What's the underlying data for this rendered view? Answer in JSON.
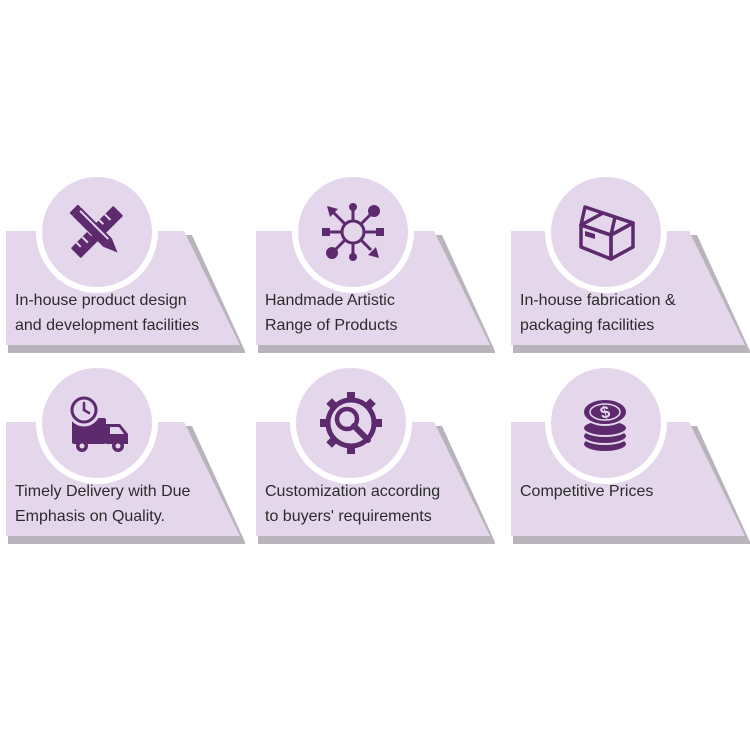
{
  "colors": {
    "card": "#e4d7ec",
    "shadow": "#b9b3bc",
    "icon": "#5e2a6e",
    "text": "#2b2b2b"
  },
  "features": [
    {
      "icon": "design-tools-icon",
      "line1": "In-house product design",
      "line2": "and development facilities"
    },
    {
      "icon": "network-arrows-icon",
      "line1": "Handmade Artistic",
      "line2": "Range of Products"
    },
    {
      "icon": "package-box-icon",
      "line1": "In-house fabrication &",
      "line2": "packaging facilities"
    },
    {
      "icon": "delivery-truck-clock-icon",
      "line1": "Timely Delivery with Due",
      "line2": "Emphasis on Quality."
    },
    {
      "icon": "gear-magnifier-icon",
      "line1": "Customization according",
      "line2": "to buyers' requirements"
    },
    {
      "icon": "coins-dollar-icon",
      "line1": "Competitive Prices",
      "line2": ""
    }
  ]
}
